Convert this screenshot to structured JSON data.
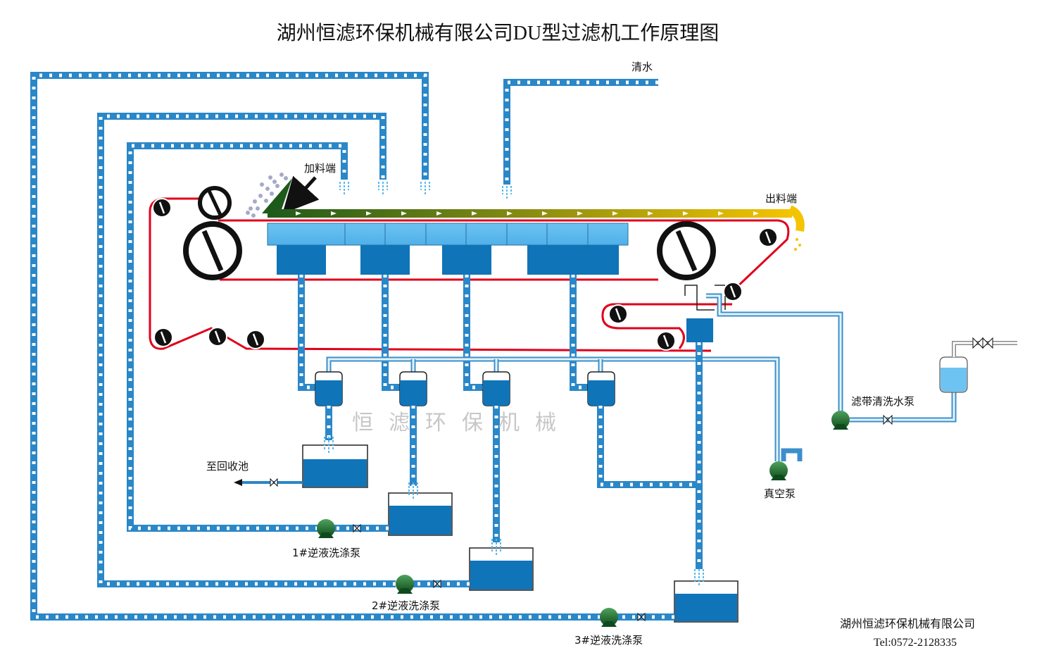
{
  "title": "湖州恒滤环保机械有限公司DU型过滤机工作原理图",
  "labels": {
    "clean_water": "清水",
    "feed_end": "加料端",
    "discharge_end": "出料端",
    "to_recovery": "至回收池",
    "belt_wash_pump": "滤带清洗水泵",
    "vacuum_pump": "真空泵",
    "pump1": "1#逆液洗涤泵",
    "pump2": "2#逆液洗涤泵",
    "pump3": "3#逆液洗涤泵"
  },
  "watermark": "恒滤环保机械",
  "footer": {
    "company": "湖州恒滤环保机械有限公司",
    "tel": "Tel:0572-2128335"
  },
  "colors": {
    "pipe": "#2a87c8",
    "water": "#0f74b8",
    "belt": "#e0001a",
    "pump": "#1e6b2e",
    "cake_start": "#1d5a1a",
    "cake_end": "#f4c400"
  }
}
